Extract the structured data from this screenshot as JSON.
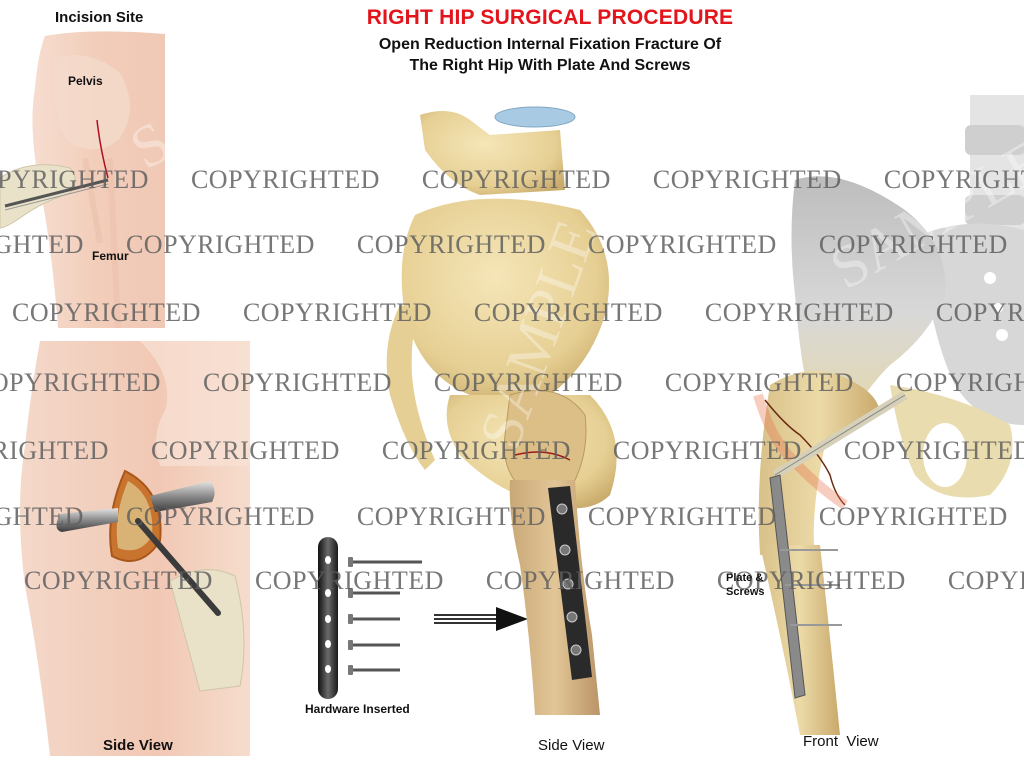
{
  "header": {
    "title": "RIGHT HIP SURGICAL PROCEDURE",
    "subtitle_line1": "Open Reduction Internal Fixation Fracture Of",
    "subtitle_line2": "The Right Hip With Plate And Screws"
  },
  "panels": {
    "incision": {
      "heading": "Incision Site",
      "label_pelvis": "Pelvis",
      "label_femur": "Femur"
    },
    "surgical_side": {
      "caption": "Side View"
    },
    "hardware": {
      "caption": "Hardware Inserted",
      "screw_count": 5,
      "plate_holes": 5
    },
    "side_view": {
      "caption": "Side View"
    },
    "front_view": {
      "caption": "Front  View",
      "label_plate": "Plate &",
      "label_screws": "Screws"
    }
  },
  "watermark": {
    "text": "COPYRIGHTED",
    "secondary": "SAMPLE"
  },
  "colors": {
    "title_red": "#e3141b",
    "bone": "#e8d49c",
    "skin": "#f3d3c3",
    "plate": "#2a2a2a",
    "disc_blue": "#a8cbe3",
    "fracture": "#a01818"
  }
}
